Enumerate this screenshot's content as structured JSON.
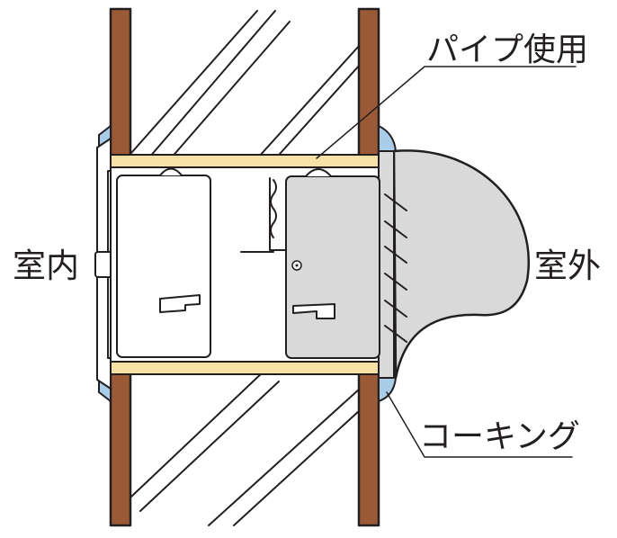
{
  "labels": {
    "indoor": "室内",
    "outdoor": "室外",
    "pipe_use": "パイプ使用",
    "caulking": "コーキング"
  },
  "colors": {
    "wood_stud": "#9b5a37",
    "pipe_band": "#f6e2a6",
    "caulking": "#a9cde8",
    "hood_gray": "#d9d9d9",
    "line": "#231f20",
    "background": "#ffffff"
  },
  "icons": {
    "screw": "screw-icon"
  }
}
